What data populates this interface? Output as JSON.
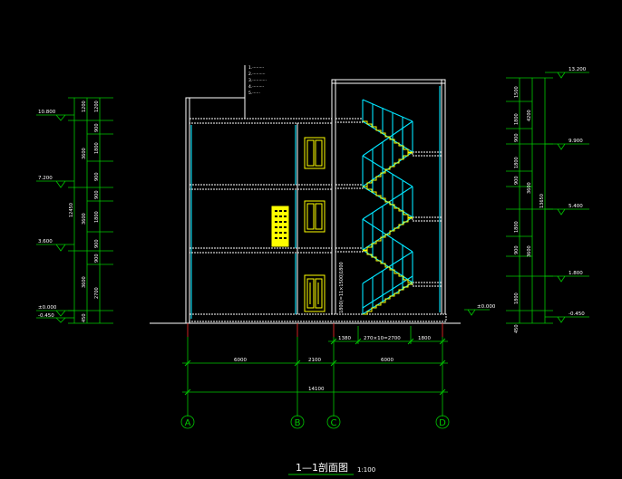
{
  "title": "1—1剖面图",
  "scale": "1:100",
  "grid_axes": [
    "A",
    "B",
    "C",
    "D"
  ],
  "bottom_dims": {
    "row1": [
      "1380",
      "270×10=2700",
      "1800"
    ],
    "row2": [
      "6000",
      "2100",
      "6000"
    ],
    "total": "14100"
  },
  "left_elevations": [
    "10.800",
    "7.200",
    "3.600",
    "±0.000",
    "-0.450"
  ],
  "left_dims_outer": [
    "1200",
    "3600",
    "3600",
    "3600",
    "450"
  ],
  "left_dims_inner": [
    "1200",
    "900",
    "1800",
    "900",
    "900",
    "1800",
    "900",
    "900",
    "2700"
  ],
  "left_total": "12450",
  "right_elevations": [
    "13.200",
    "9.900",
    "5.400",
    "1.800",
    "-0.450"
  ],
  "right_dims_a": [
    "1500",
    "1800",
    "900",
    "1800",
    "900",
    "1800",
    "900",
    "1800",
    "450"
  ],
  "right_dims_b": [
    "4200",
    "3600",
    "3600"
  ],
  "right_total": "13650",
  "side_mark": "±0.000",
  "vertical_note": "1800",
  "vertical_note2": "1800(=11×1500)",
  "roof_notes": [
    "1.·········",
    "2.··········",
    "3.···········",
    "4.·········",
    "5.······"
  ],
  "colors": {
    "background": "#000000",
    "dimension": "#00c800",
    "structure": "#ffffff",
    "stair": "#00e5ff",
    "door_window": "#ffff00",
    "axis": "#ff2a2a"
  }
}
